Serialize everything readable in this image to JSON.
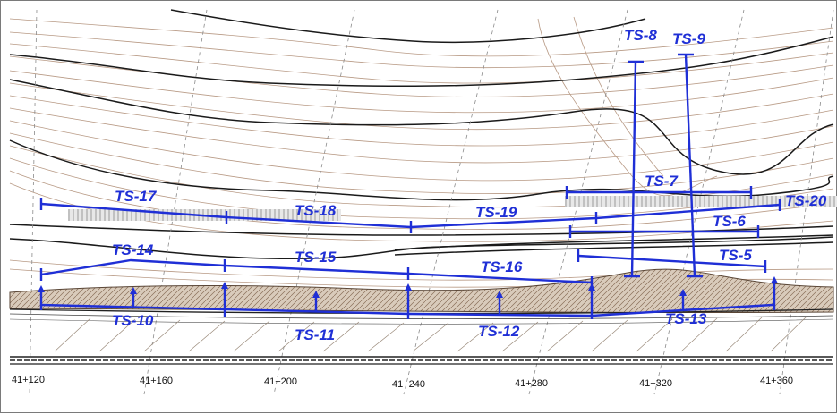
{
  "drawing": {
    "stations": [
      "41+120",
      "41+160",
      "41+200",
      "41+240",
      "41+280",
      "41+320",
      "41+360"
    ],
    "sections": {
      "ts5": "TS-5",
      "ts6": "TS-6",
      "ts7": "TS-7",
      "ts8": "TS-8",
      "ts9": "TS-9",
      "ts10": "TS-10",
      "ts11": "TS-11",
      "ts12": "TS-12",
      "ts13": "TS-13",
      "ts14": "TS-14",
      "ts15": "TS-15",
      "ts16": "TS-16",
      "ts17": "TS-17",
      "ts18": "TS-18",
      "ts19": "TS-19",
      "ts20": "TS-20"
    },
    "colors": {
      "section_line": "#1f2fd6",
      "contour_minor": "#b89a85",
      "contour_major": "#1a1a1a",
      "slope": "#c8b8a6"
    }
  }
}
